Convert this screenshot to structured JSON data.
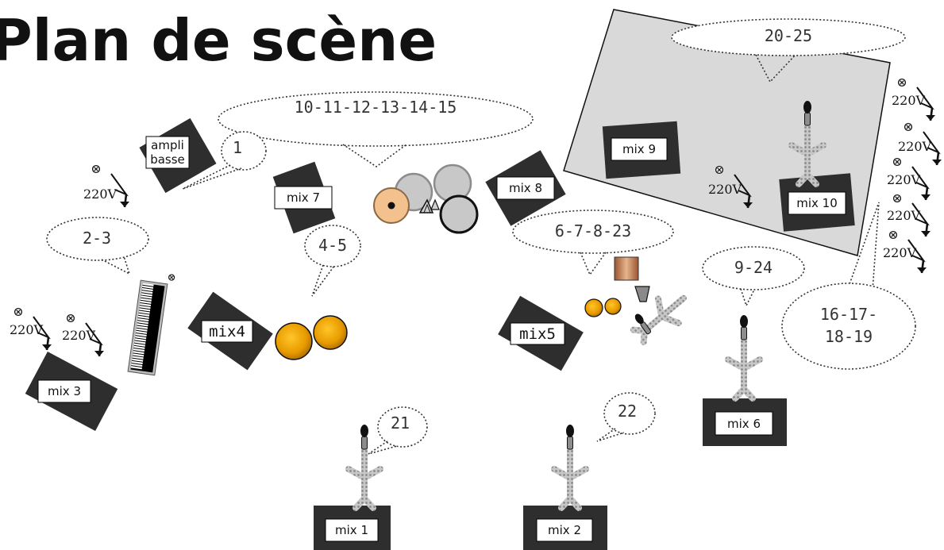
{
  "title": "Plan de scène",
  "colors": {
    "wedge": "#2e2e2e",
    "riser": "#d9d9d9",
    "percussion": "#e8a200",
    "drum_shell": "#c8c8c8",
    "bass_drum_head": "#f2c18d",
    "mic_stand": "#a8a8a8",
    "amp_box": "#b5703f"
  },
  "monitors": [
    {
      "id": "mix1",
      "label": "mix 1"
    },
    {
      "id": "mix2",
      "label": "mix 2"
    },
    {
      "id": "mix3",
      "label": "mix 3"
    },
    {
      "id": "mix4",
      "label": "mix4"
    },
    {
      "id": "mix5",
      "label": "mix5"
    },
    {
      "id": "mix6",
      "label": "mix 6"
    },
    {
      "id": "mix7",
      "label": "mix 7"
    },
    {
      "id": "mix8",
      "label": "mix 8"
    },
    {
      "id": "mix9",
      "label": "mix 9"
    },
    {
      "id": "mix10",
      "label": "mix 10"
    }
  ],
  "bass_amp": {
    "label_line1": "ampli",
    "label_line2": "basse"
  },
  "channel_bubbles": [
    {
      "id": "ch-1",
      "text": "1"
    },
    {
      "id": "ch-2-3",
      "text": "2-3"
    },
    {
      "id": "ch-4-5",
      "text": "4-5"
    },
    {
      "id": "ch-6-7-8-23",
      "text": "6-7-8-23"
    },
    {
      "id": "ch-9-24",
      "text": "9-24"
    },
    {
      "id": "ch-10-15",
      "text": "10-11-12-13-14-15"
    },
    {
      "id": "ch-16-19",
      "line1": "16-17-",
      "line2": "18-19"
    },
    {
      "id": "ch-20-25",
      "text": "20-25"
    },
    {
      "id": "ch-21",
      "text": "21"
    },
    {
      "id": "ch-22",
      "text": "22"
    }
  ],
  "power_label": "220V",
  "icons": {
    "mic_stand": "microphone-stand-icon",
    "power": "power-outlet-icon",
    "keyboard": "keyboard-icon",
    "drum_kit": "drum-kit-icon",
    "congas": "conga-icon"
  }
}
